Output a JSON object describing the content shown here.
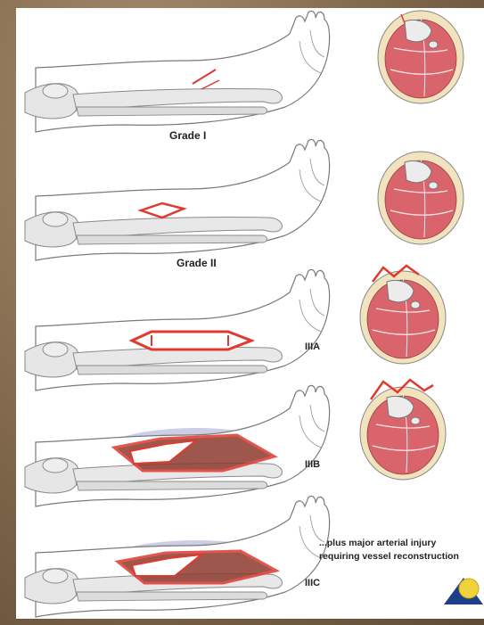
{
  "labels": {
    "grade1": "Grade I",
    "grade2": "Grade II",
    "grade3a": "IIIA",
    "grade3b": "IIIB",
    "grade3c": "IIIC",
    "note_line1": "...plus major arterial injury",
    "note_line2": "requiring vessel reconstruction"
  },
  "colors": {
    "wound": "#e0392f",
    "muscle": "#d9646b",
    "skin_ring": "#f1e3bd",
    "bruise": "#8b93c4",
    "outline": "#6f6f6f",
    "bone": "#e4e4e4"
  }
}
